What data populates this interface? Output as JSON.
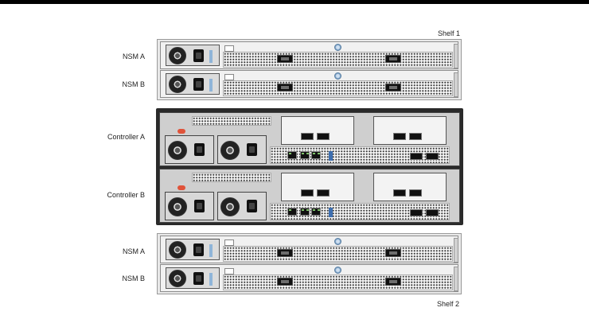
{
  "labels": {
    "shelf1": "Shelf 1",
    "shelf2": "Shelf 2",
    "shelf1_nsm_a": "NSM A",
    "shelf1_nsm_b": "NSM B",
    "controller_a": "Controller A",
    "controller_b": "Controller B",
    "shelf2_nsm_a": "NSM A",
    "shelf2_nsm_b": "NSM B"
  },
  "colors": {
    "background": "#ffffff",
    "accent_blue": "#7fa4c8",
    "controller_bezel": "#2a2a2a",
    "fault_led": "#e0533a",
    "link_led": "#7ec26a"
  }
}
